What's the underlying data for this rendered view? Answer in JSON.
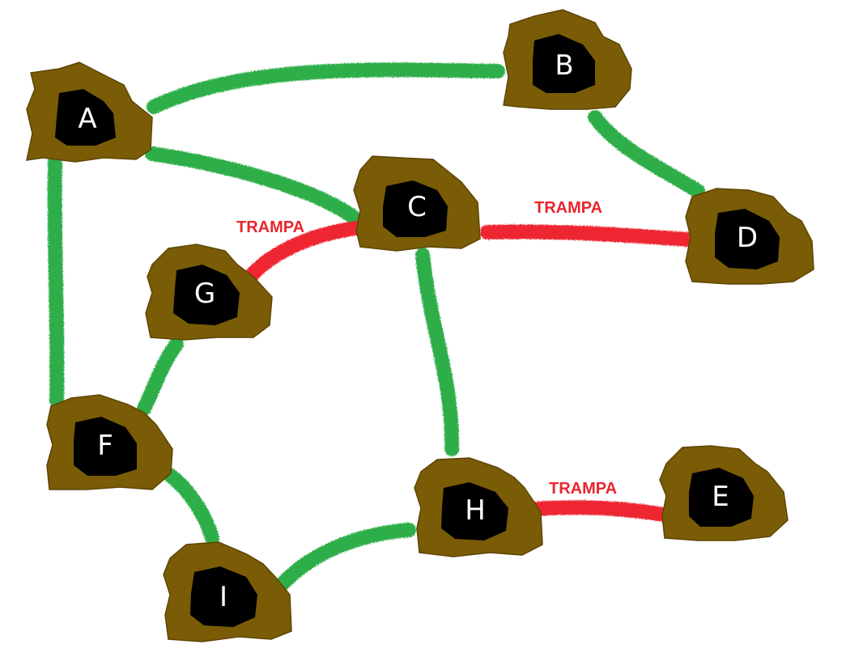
{
  "colors": {
    "safe_path": "#2fae49",
    "trap_path": "#ee2532",
    "trap_label": "#e8262e",
    "cave_rock": "#7a5c07",
    "cave_hole": "#000000",
    "cave_text": "#ffffff"
  },
  "caves": [
    {
      "id": "A",
      "label": "A"
    },
    {
      "id": "B",
      "label": "B"
    },
    {
      "id": "C",
      "label": "C"
    },
    {
      "id": "D",
      "label": "D"
    },
    {
      "id": "E",
      "label": "E"
    },
    {
      "id": "F",
      "label": "F"
    },
    {
      "id": "G",
      "label": "G"
    },
    {
      "id": "H",
      "label": "H"
    },
    {
      "id": "I",
      "label": "I"
    }
  ],
  "paths": [
    {
      "from": "A",
      "to": "B",
      "type": "safe"
    },
    {
      "from": "A",
      "to": "C",
      "type": "safe"
    },
    {
      "from": "A",
      "to": "F",
      "type": "safe"
    },
    {
      "from": "B",
      "to": "D",
      "type": "safe"
    },
    {
      "from": "C",
      "to": "D",
      "type": "trap",
      "label": "TRAMPA"
    },
    {
      "from": "C",
      "to": "G",
      "type": "trap",
      "label": "TRAMPA"
    },
    {
      "from": "C",
      "to": "H",
      "type": "safe"
    },
    {
      "from": "G",
      "to": "F",
      "type": "safe"
    },
    {
      "from": "F",
      "to": "I",
      "type": "safe"
    },
    {
      "from": "I",
      "to": "H",
      "type": "safe"
    },
    {
      "from": "H",
      "to": "E",
      "type": "trap",
      "label": "TRAMPA"
    }
  ]
}
